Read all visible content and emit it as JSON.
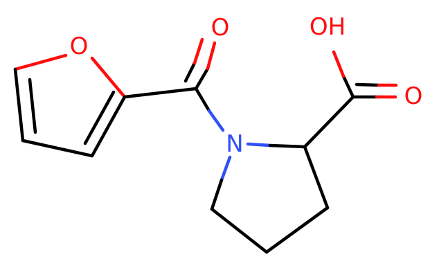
{
  "molecule": {
    "atoms": {
      "furan_oxygen": {
        "label": "O",
        "color": "#ff0d0d"
      },
      "carbonyl_oxygen": {
        "label": "O",
        "color": "#ff0d0d"
      },
      "nitrogen": {
        "label": "N",
        "color": "#3050f8"
      },
      "hydroxyl": {
        "label": "OH",
        "color": "#ff0d0d"
      },
      "acid_oxygen": {
        "label": "O",
        "color": "#ff0d0d"
      }
    },
    "bond_color": "#000000"
  }
}
